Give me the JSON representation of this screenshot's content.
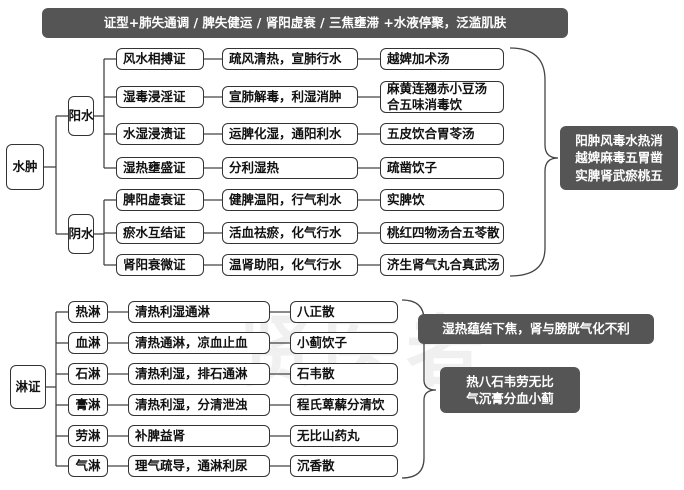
{
  "header": "证型+肺失通调 / 脾失健运 / 肾阳虚衰 / 三焦壅滞 +水液停聚，泛滥肌肤",
  "watermark": "贤医者",
  "edema": {
    "title": "水肿",
    "yang": {
      "label": "阳水",
      "rows": [
        {
          "syndrome": "风水相搏证",
          "method": "疏风清热，宣肺行水",
          "formula": "越婢加术汤"
        },
        {
          "syndrome": "湿毒浸淫证",
          "method": "宣肺解毒，利湿消肿",
          "formula": "麻黄连翘赤小豆汤合五味消毒饮"
        },
        {
          "syndrome": "水湿浸渍证",
          "method": "运脾化湿，通阳利水",
          "formula": "五皮饮合胃苓汤"
        },
        {
          "syndrome": "湿热壅盛证",
          "method": "分利湿热",
          "formula": "疏凿饮子"
        }
      ]
    },
    "yin": {
      "label": "阴水",
      "rows": [
        {
          "syndrome": "脾阳虚衰证",
          "method": "健脾温阳，行气利水",
          "formula": "实脾饮"
        },
        {
          "syndrome": "瘀水互结证",
          "method": "活血祛瘀，化气行水",
          "formula": "桃红四物汤合五苓散"
        },
        {
          "syndrome": "肾阳衰微证",
          "method": "温肾助阳，化气行水",
          "formula": "济生肾气丸合真武汤"
        }
      ]
    },
    "mnemonic": "阳肿风毒水热消\n越婢麻毒五胃凿\n实脾肾武瘀桃五"
  },
  "strangury": {
    "title": "淋证",
    "rows": [
      {
        "type": "热淋",
        "method": "清热利湿通淋",
        "formula": "八正散"
      },
      {
        "type": "血淋",
        "method": "清热通淋，凉血止血",
        "formula": "小蓟饮子"
      },
      {
        "type": "石淋",
        "method": "清热利湿，排石通淋",
        "formula": "石韦散"
      },
      {
        "type": "膏淋",
        "method": "清热利湿，分清泄浊",
        "formula": "程氏萆薢分清饮"
      },
      {
        "type": "劳淋",
        "method": "补脾益肾",
        "formula": "无比山药丸"
      },
      {
        "type": "气淋",
        "method": "理气疏导，通淋利尿",
        "formula": "沉香散"
      }
    ],
    "pathogenesis": "湿热蕴结下焦，肾与膀胱气化不利",
    "mnemonic": "热八石韦劳无比\n气沉膏分血小蓟"
  }
}
